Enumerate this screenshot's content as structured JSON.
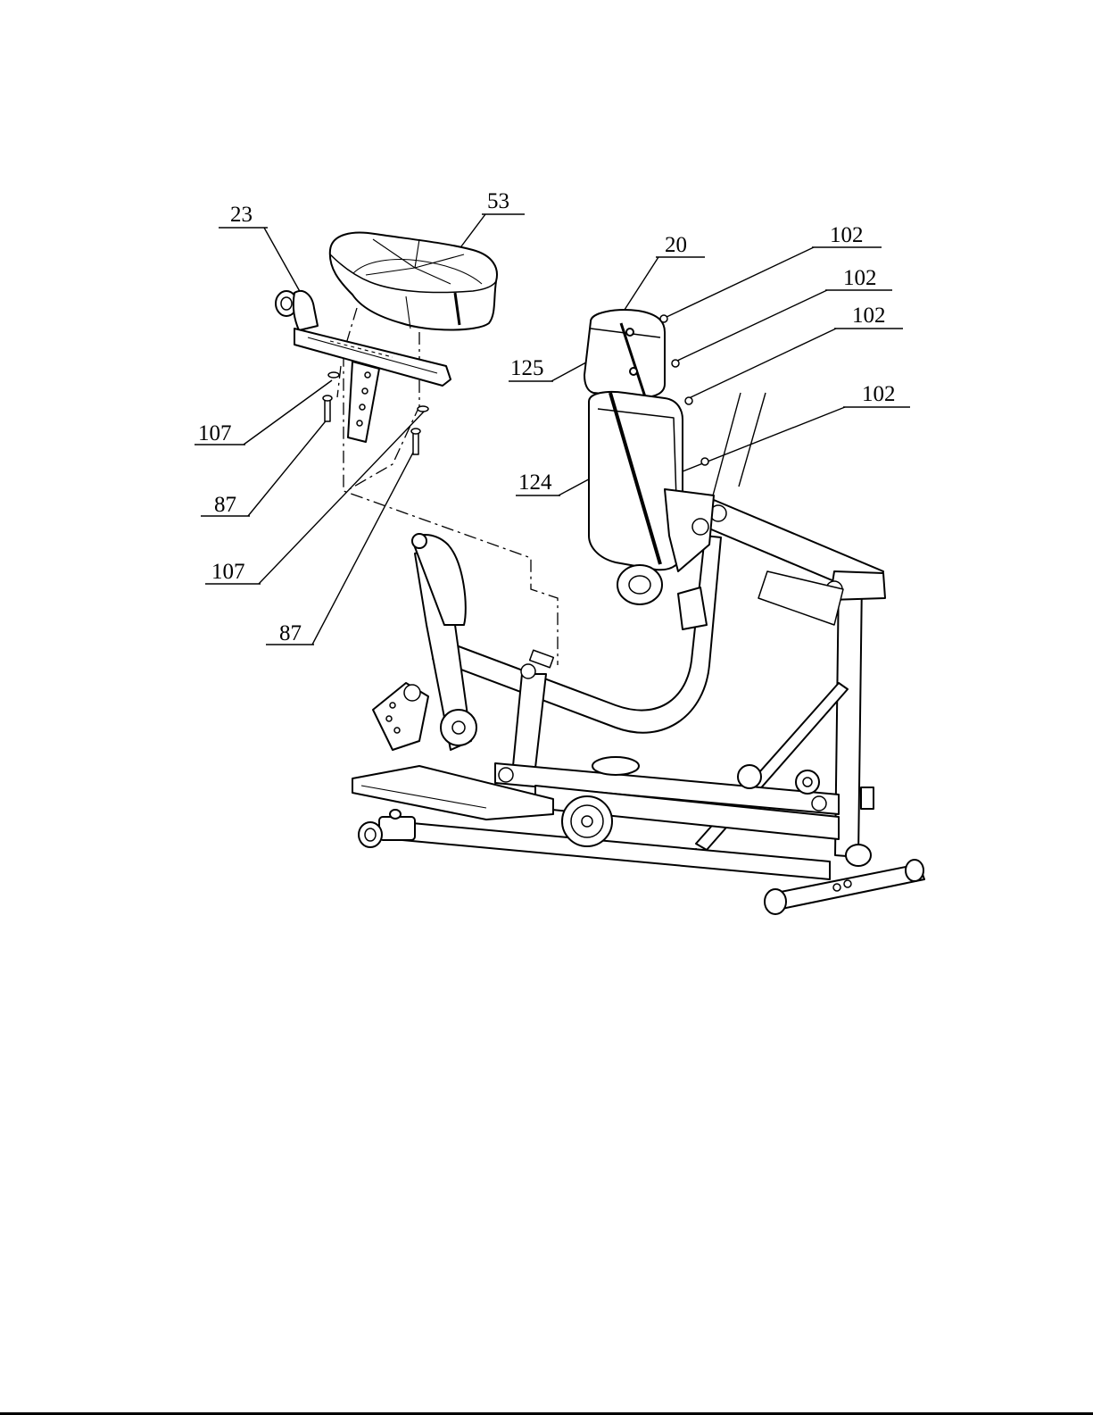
{
  "diagram": {
    "part_labels": [
      {
        "id": "label-23",
        "text": "23"
      },
      {
        "id": "label-53",
        "text": "53"
      },
      {
        "id": "label-20",
        "text": "20"
      },
      {
        "id": "label-102-a",
        "text": "102"
      },
      {
        "id": "label-102-b",
        "text": "102"
      },
      {
        "id": "label-102-c",
        "text": "102"
      },
      {
        "id": "label-102-d",
        "text": "102"
      },
      {
        "id": "label-125",
        "text": "125"
      },
      {
        "id": "label-124",
        "text": "124"
      },
      {
        "id": "label-107-a",
        "text": "107"
      },
      {
        "id": "label-87-a",
        "text": "87"
      },
      {
        "id": "label-107-b",
        "text": "107"
      },
      {
        "id": "label-87-b",
        "text": "87"
      }
    ]
  }
}
